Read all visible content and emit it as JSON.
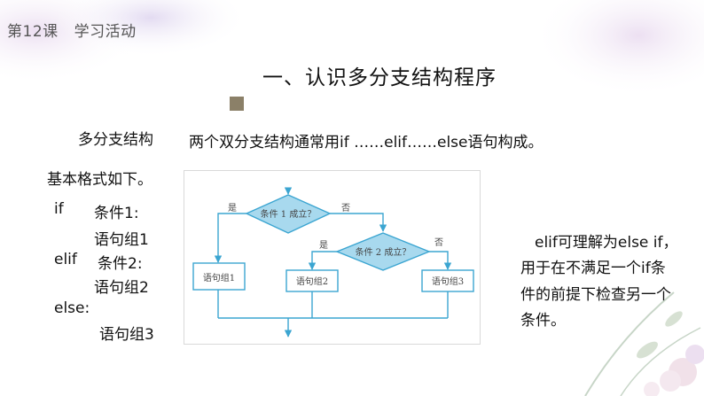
{
  "header": {
    "lesson": "第12课",
    "activity": "学习活动"
  },
  "title": "一、认识多分支结构程序",
  "left": {
    "heading": "多分支结构",
    "format_intro": "基本格式如下。",
    "code": {
      "line1_kw": "if",
      "line1_cond": "条件1:",
      "line2": "语句组1",
      "line3_kw": "elif",
      "line3_cond": "条件2:",
      "line4": "语句组2",
      "line5_kw": "else:",
      "line6": "语句组3"
    }
  },
  "intro": "两个双分支结构通常用if ……elif……else语句构成。",
  "flowchart": {
    "cond1": "条件 1 成立？",
    "cond2": "条件 2 成立？",
    "yes": "是",
    "no": "否",
    "group1": "语句组1",
    "group2": "语句组2",
    "group3": "语句组3"
  },
  "note": {
    "line1": "elif可理解为else if，",
    "line2": "用于在不满足一个if条",
    "line3": "件的前提下检查另一个",
    "line4": "条件。"
  },
  "colors": {
    "flow_line": "#3ba5d1",
    "decision_fill": "#a8d9ee",
    "square": "#8b8068"
  }
}
